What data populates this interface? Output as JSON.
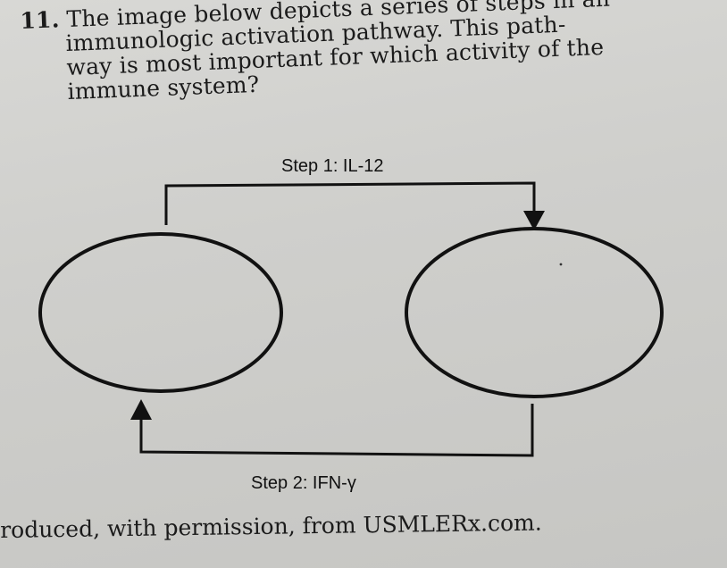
{
  "question": {
    "number": "11.",
    "lines": [
      "The image below depicts a series of steps in an",
      "immunologic activation pathway. This path-",
      "way is most important for which activity of the",
      "immune system?"
    ]
  },
  "diagram": {
    "step1_label": "Step 1:  IL-12",
    "step2_label": "Step 2:  IFN-γ"
  },
  "footer": {
    "credit": "roduced, with permission, from USMLERx.com."
  }
}
